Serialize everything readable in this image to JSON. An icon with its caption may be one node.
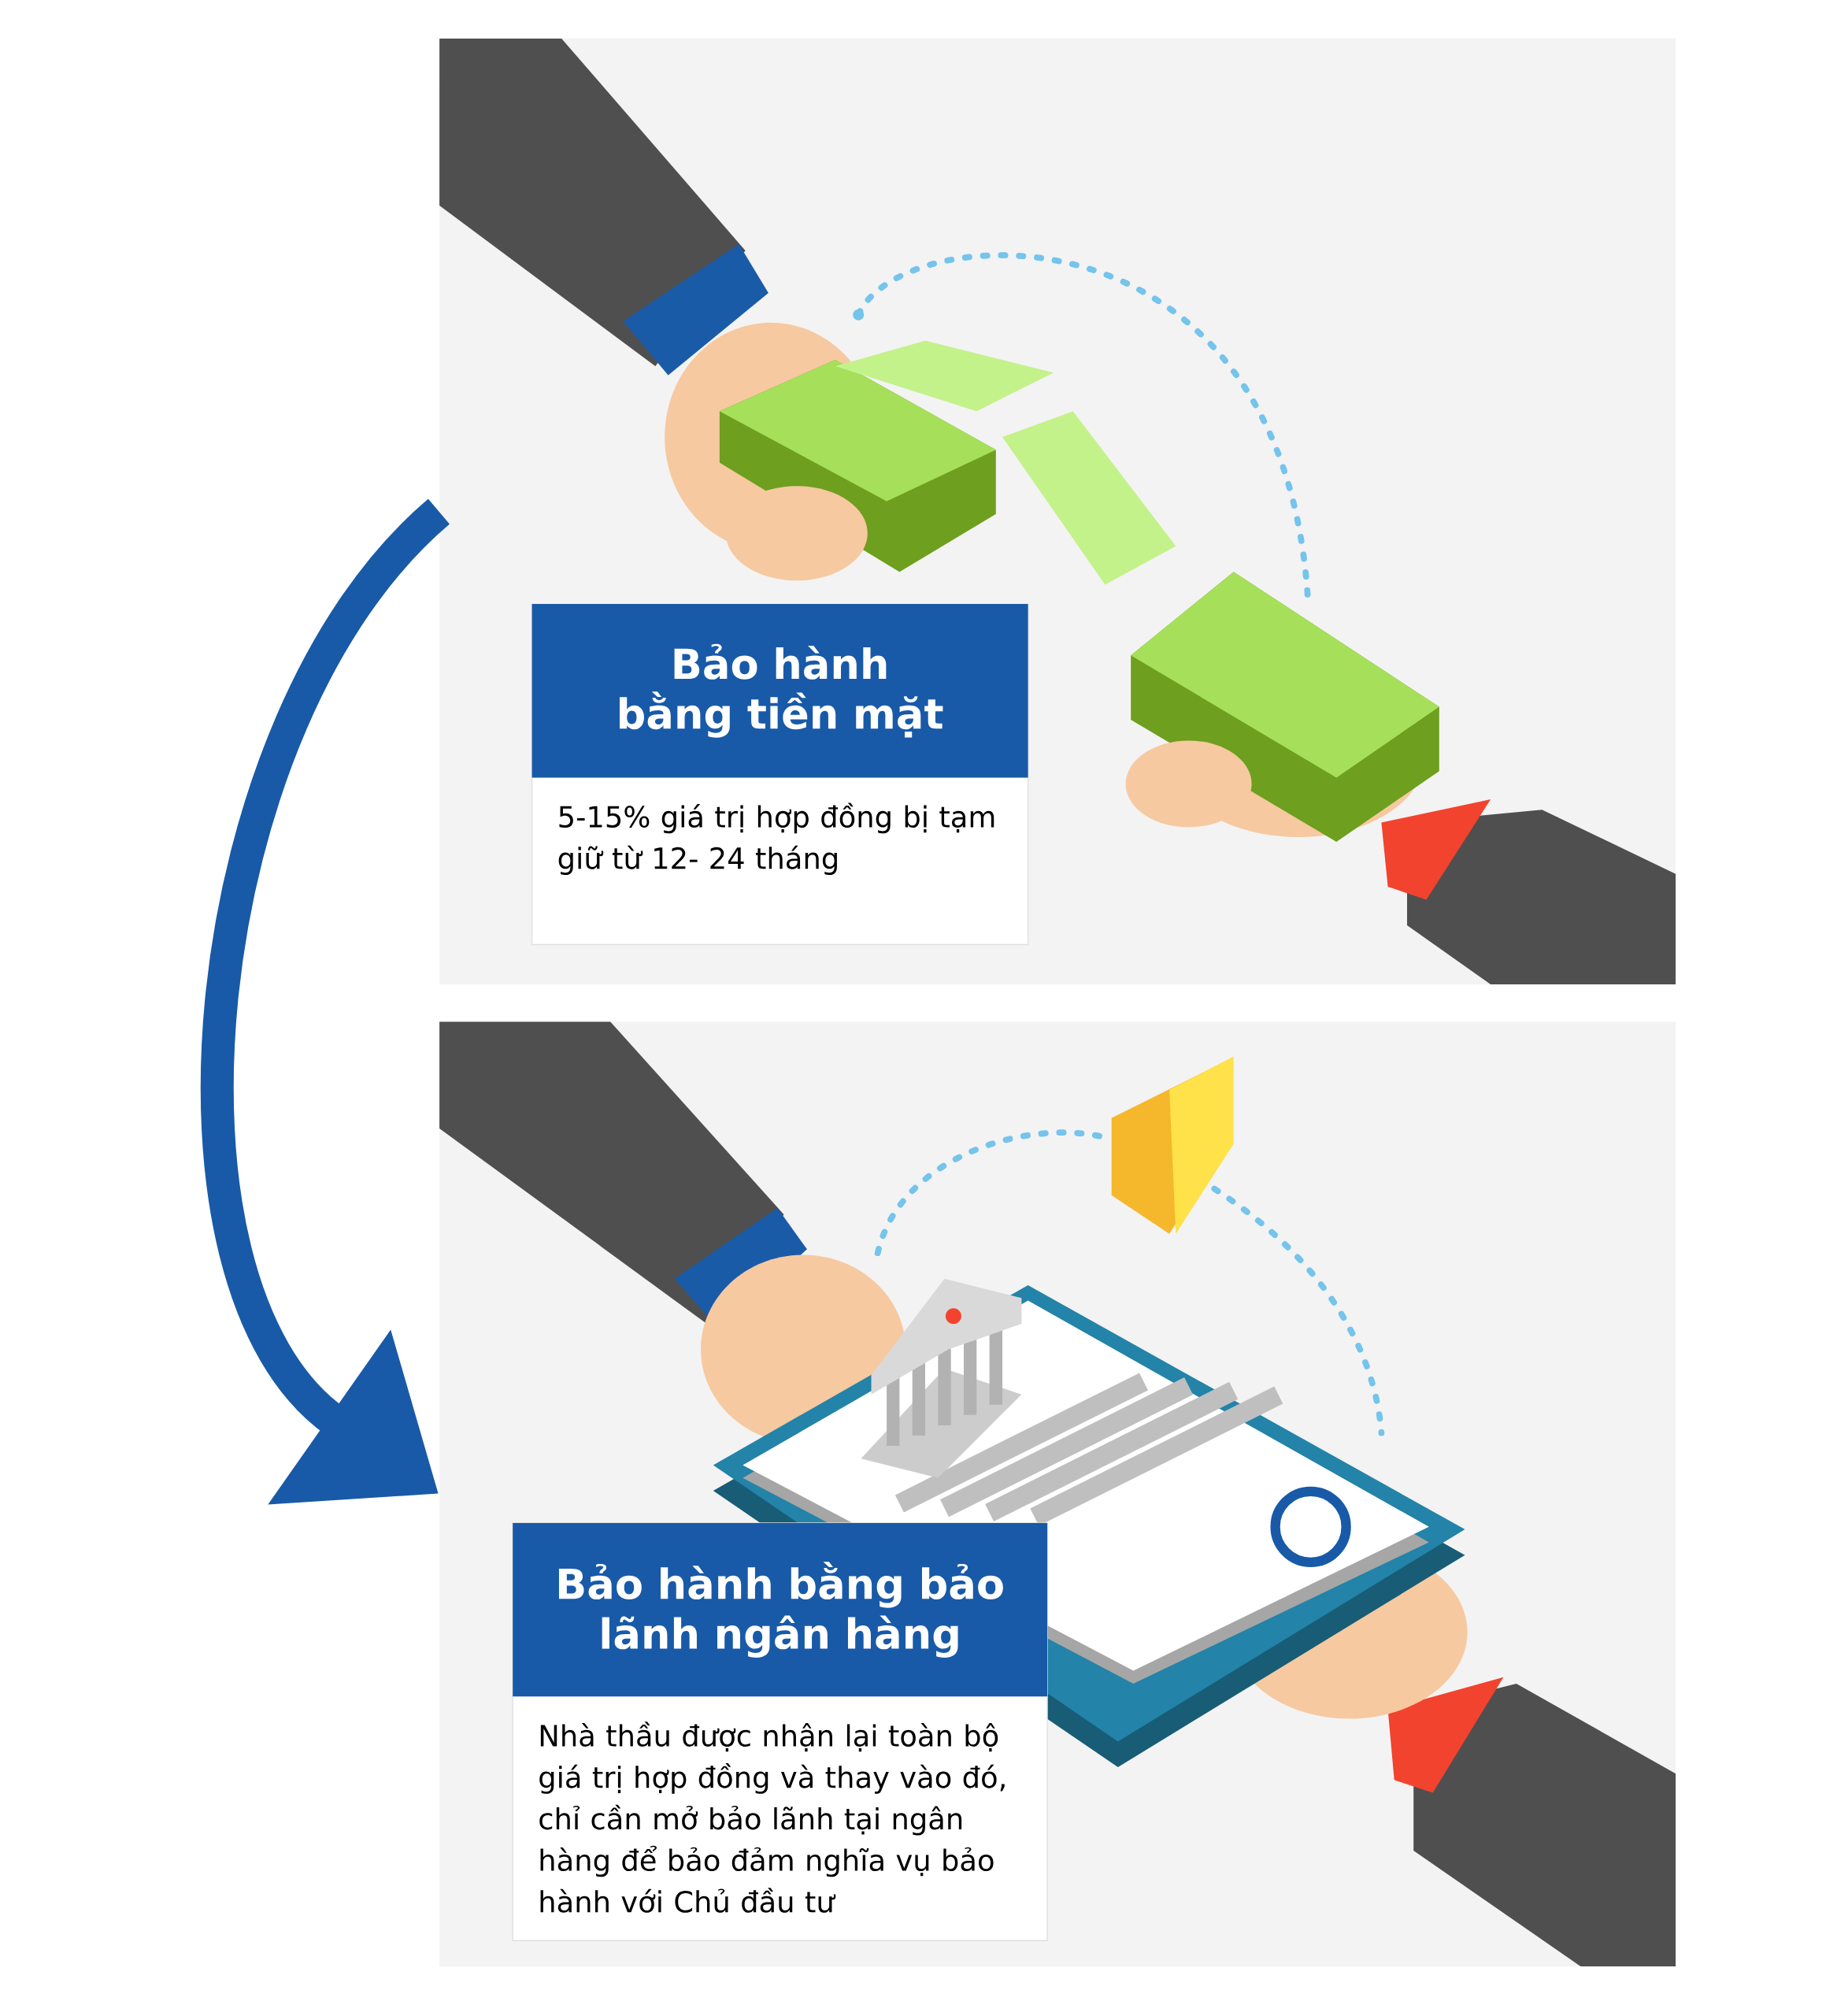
{
  "diagram": {
    "nodes": [
      {
        "text": [],
        "shape": "picture"
      },
      {
        "text": [
          "Bảo hành bằng tiền mặt",
          "5-15% giá trị hợp đồng bị tạm giữ từ 12- 24 tháng"
        ],
        "in": 0
      },
      {
        "text": [],
        "shape": "picture"
      },
      {
        "text": [
          "Bảo hành bằng bảo lãnh ngân hàng",
          "Nhà thầu được nhận lại toàn bộ giá trị hợp đồng và thay vào đó, chỉ cần mở bảo lãnh tại ngân hàng để bảo đảm nghĩa vụ bảo hành với Chủ đầu tư"
        ],
        "in": 2
      }
    ],
    "edges": [
      {
        "from": 0,
        "to": 2,
        "arrow": "to",
        "color": "#185aa8"
      }
    ]
  }
}
